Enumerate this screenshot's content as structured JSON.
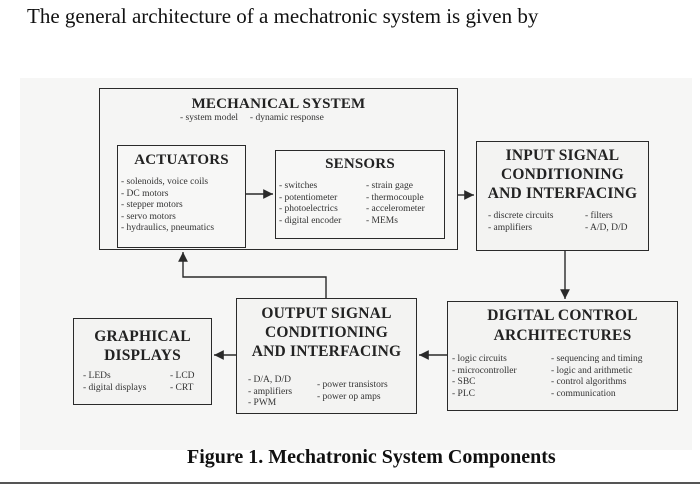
{
  "intro": "The general architecture of a mechatronic system is given by",
  "mechanical": {
    "title": "MECHANICAL SYSTEM",
    "items": "- system model     - dynamic response",
    "actuators": {
      "title": "ACTUATORS",
      "items": "- solenoids, voice coils\n- DC motors\n- stepper motors\n- servo motors\n- hydraulics, pneumatics"
    },
    "sensors": {
      "title": "SENSORS",
      "col1": "- switches\n- potentiometer\n- photoelectrics\n- digital encoder",
      "col2": "- strain gage\n- thermocouple\n- accelerometer\n- MEMs"
    }
  },
  "input": {
    "title": "INPUT SIGNAL\nCONDITIONING\nAND INTERFACING",
    "col1": "- discrete circuits\n- amplifiers",
    "col2": "- filters\n- A/D, D/D"
  },
  "digital": {
    "title": "DIGITAL CONTROL\nARCHITECTURES",
    "col1": "- logic circuits\n- microcontroller\n- SBC\n- PLC",
    "col2": "- sequencing and timing\n- logic and arithmetic\n- control algorithms\n- communication"
  },
  "output": {
    "title": "OUTPUT SIGNAL\nCONDITIONING\nAND INTERFACING",
    "col1": "- D/A, D/D\n- amplifiers\n- PWM",
    "col2": "- power transistors\n- power op amps"
  },
  "graphical": {
    "title": "GRAPHICAL\nDISPLAYS",
    "col1": "- LEDs\n- digital displays",
    "col2": "- LCD\n- CRT"
  },
  "caption": "Figure 1. Mechatronic System Components"
}
